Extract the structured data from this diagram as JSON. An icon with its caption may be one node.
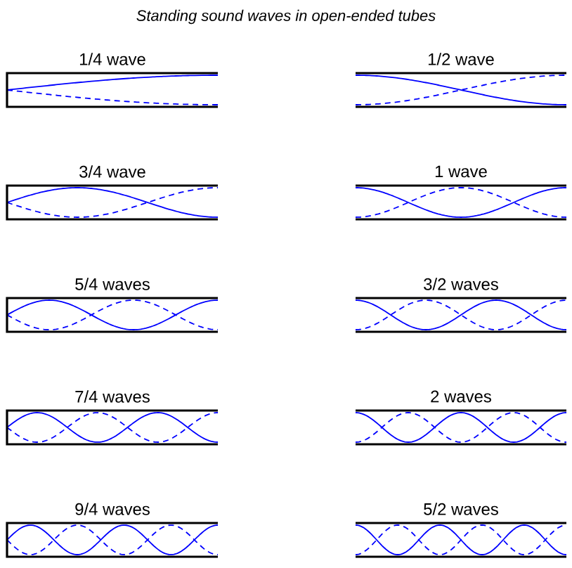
{
  "diagram": {
    "title": "Standing sound waves in open-ended tubes",
    "nodes": [
      {
        "text": [
          "1/4 wave"
        ]
      },
      {
        "text": [
          "1/2 wave"
        ]
      },
      {
        "text": [
          "3/4 wave"
        ]
      },
      {
        "text": [
          "1 wave"
        ]
      },
      {
        "text": [
          "5/4 waves"
        ]
      },
      {
        "text": [
          "3/2 waves"
        ]
      },
      {
        "text": [
          "7/4 waves"
        ]
      },
      {
        "text": [
          "2 waves"
        ]
      },
      {
        "text": [
          "9/4 waves"
        ]
      },
      {
        "text": [
          "5/2 waves"
        ]
      }
    ]
  }
}
